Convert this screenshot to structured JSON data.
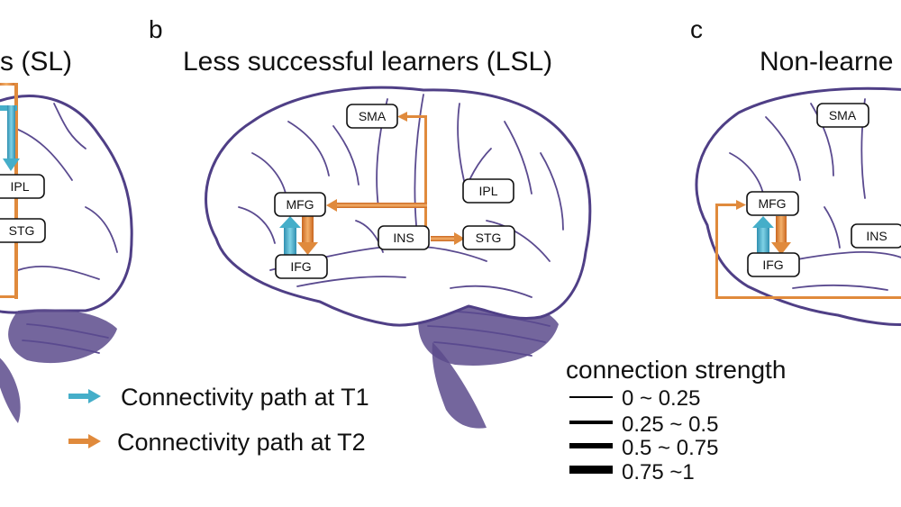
{
  "panels": [
    {
      "letter": "",
      "title": "rs (SL)"
    },
    {
      "letter": "b",
      "title": "Less successful learners (LSL)"
    },
    {
      "letter": "c",
      "title": "Non-learne"
    }
  ],
  "nodes": {
    "a": {
      "ipl": "IPL",
      "stg": "STG"
    },
    "b": {
      "sma": "SMA",
      "mfg": "MFG",
      "ifg": "IFG",
      "ins": "INS",
      "ipl": "IPL",
      "stg": "STG"
    },
    "c": {
      "sma": "SMA",
      "mfg": "MFG",
      "ifg": "IFG",
      "ins": "INS"
    }
  },
  "legend": {
    "t1": "Connectivity path at T1",
    "t2": "Connectivity path at T2",
    "t1_color": "#45aec9",
    "t2_color": "#e08a3c"
  },
  "strength": {
    "title": "connection strength",
    "levels": [
      "0 ~ 0.25",
      "0.25 ~ 0.5",
      "0.5 ~ 0.75",
      "0.75 ~1"
    ]
  }
}
